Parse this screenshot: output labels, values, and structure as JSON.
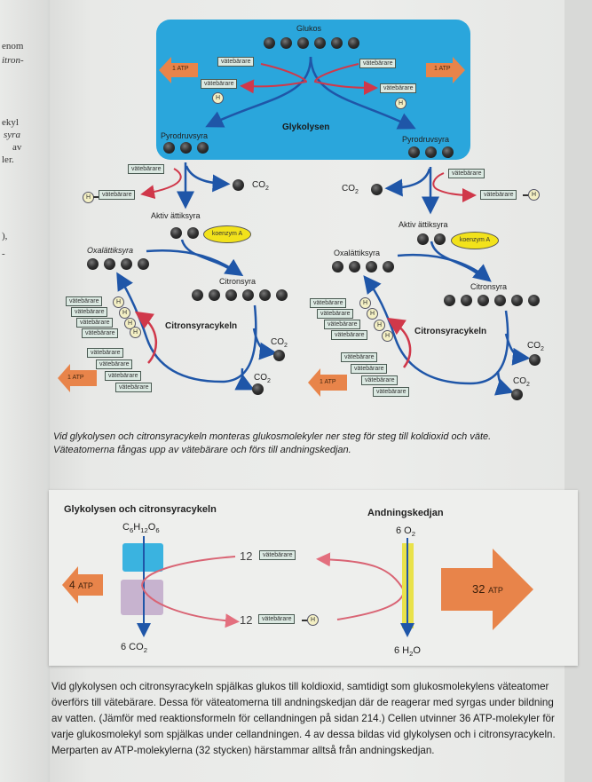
{
  "left_page_fragments": [
    "enom",
    "itron-",
    "ekyl",
    "syra",
    "av",
    "ler.",
    "),",
    "-"
  ],
  "top_diagram": {
    "glycolysis": {
      "start_label": "Glukos",
      "carbon_count": 6,
      "title": "Glykolysen",
      "carrier_label": "vätebärare",
      "h_label": "H",
      "atp_left": "1 ATP",
      "atp_right": "1 ATP",
      "product_left": "Pyrodruvsyra",
      "product_right": "Pyrodruvsyra",
      "product_carbon_count": 3
    },
    "link_reaction": {
      "carrier_label": "vätebärare",
      "h_label": "H",
      "co2_label": "CO2",
      "product_label": "Aktiv ättiksyra",
      "coenzyme_label": "koenzym A"
    },
    "citric_cycle": {
      "title": "Citronsyracykeln",
      "start_label": "Oxalättiksyra",
      "start_carbon_count": 4,
      "mid_label": "Citronsyra",
      "mid_carbon_count": 6,
      "co2_label": "CO2",
      "carrier_label": "vätebärare",
      "h_label": "H",
      "atp_label": "1 ATP",
      "loaded_carriers": 4,
      "empty_carriers": 4
    }
  },
  "caption_top": [
    "Vid glykolysen och citronsyracykeln monteras glukosmolekyler ner steg för steg till koldioxid och väte.",
    "Väteatomerna fångas upp av vätebärare och förs till andningskedjan."
  ],
  "bottom_diagram": {
    "left_title": "Glykolysen och citronsyracykeln",
    "right_title": "Andningskedjan",
    "glucose_formula": "C6H12O6",
    "co2_out": "6 CO2",
    "o2_in": "6 O2",
    "h2o_out": "6 H2O",
    "atp_left_num": "4",
    "atp_right_num": "32",
    "atp_unit": "ATP",
    "carrier_count_top": "12",
    "carrier_count_bottom": "12",
    "carrier_label": "vätebärare",
    "h_label": "H"
  },
  "caption_bottom": [
    "Vid glykolysen och citronsyracykeln spjälkas glukos till koldioxid, samtidigt som glukosmolekylens väteatomer",
    "överförs till vätebärare. Dessa för väteatomerna till andningskedjan där de reagerar med syrgas under bildning",
    "av vatten. (Jämför med reaktionsformeln för cellandningen på sidan 214.) Cellen utvinner 36 ATP-molekyler för",
    "varje glukosmolekyl som spjälkas under cellandningen. 4 av dessa bildas vid glykolysen och i citronsyracykeln.",
    "Merparten av ATP-molekylerna (32 stycken) härstammar alltså från andningskedjan."
  ],
  "colors": {
    "glycolysis_bg": "#2aa6dc",
    "cycle_bg": "#c7b3cf",
    "atp_orange": "#e8844a",
    "carrier_bg": "#dbe9e2",
    "h_bg": "#f3efc4",
    "coenzyme_yellow": "#f2e21b",
    "flow_blue": "#1f56a8",
    "flow_red": "#d0384a",
    "chain_yellow": "#e9e24a"
  }
}
